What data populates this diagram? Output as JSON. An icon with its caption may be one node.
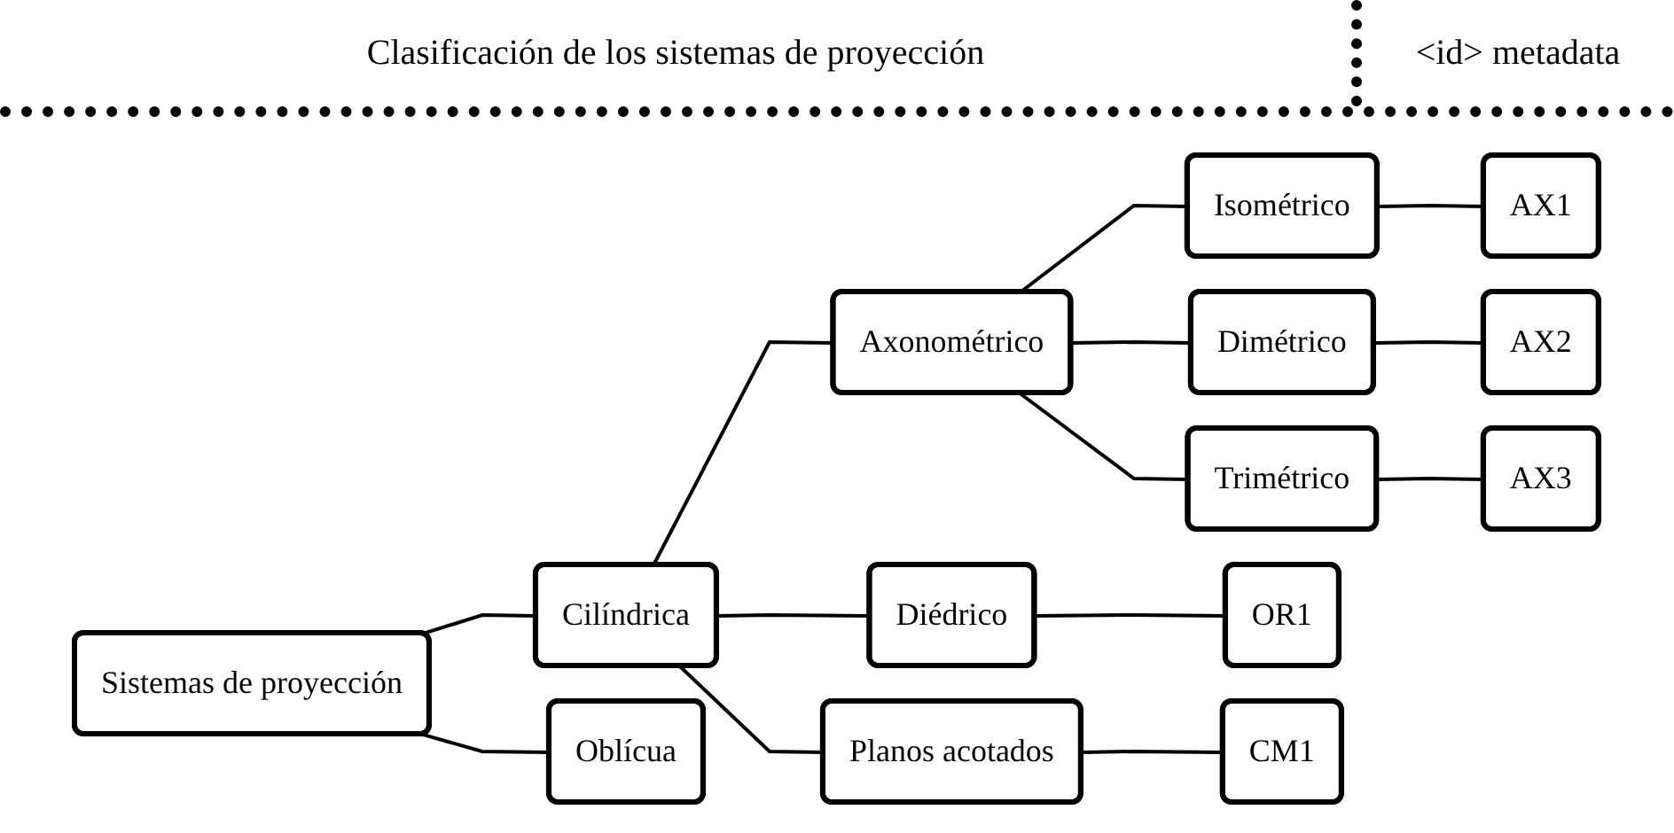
{
  "diagram": {
    "nodes": [
      {
        "text": [
          "Sistemas de proyección"
        ]
      },
      {
        "text": [
          "Cilíndrica"
        ]
      },
      {
        "text": [
          "Oblícua"
        ]
      },
      {
        "text": [
          "Diédrico"
        ]
      },
      {
        "text": [
          "Planos acotados"
        ]
      },
      {
        "text": [
          "Axonométrico"
        ]
      },
      {
        "text": [
          "Isométrico"
        ]
      },
      {
        "text": [
          "Dimétrico"
        ]
      },
      {
        "text": [
          "Trimétrico"
        ]
      },
      {
        "text": [
          "OR1"
        ]
      },
      {
        "text": [
          "CM1"
        ]
      },
      {
        "text": [
          "AX1"
        ]
      },
      {
        "text": [
          "AX2"
        ]
      },
      {
        "text": [
          "AX3"
        ]
      }
    ],
    "edges": [
      {
        "from": 0,
        "to": 1,
        "arrow": "none"
      },
      {
        "from": 0,
        "to": 2,
        "arrow": "none"
      },
      {
        "from": 1,
        "to": 3,
        "arrow": "none"
      },
      {
        "from": 1,
        "to": 4,
        "arrow": "none"
      },
      {
        "from": 1,
        "to": 5,
        "arrow": "none"
      },
      {
        "from": 5,
        "to": 6,
        "arrow": "none"
      },
      {
        "from": 5,
        "to": 7,
        "arrow": "none"
      },
      {
        "from": 5,
        "to": 8,
        "arrow": "none"
      },
      {
        "from": 3,
        "to": 9,
        "arrow": "none"
      },
      {
        "from": 4,
        "to": 10,
        "arrow": "none"
      },
      {
        "from": 6,
        "to": 11,
        "arrow": "none"
      },
      {
        "from": 7,
        "to": 12,
        "arrow": "none"
      },
      {
        "from": 8,
        "to": 13,
        "arrow": "none"
      }
    ],
    "labels": [
      "Clasificación de los sistemas de proyección",
      "<id> metadata"
    ]
  }
}
